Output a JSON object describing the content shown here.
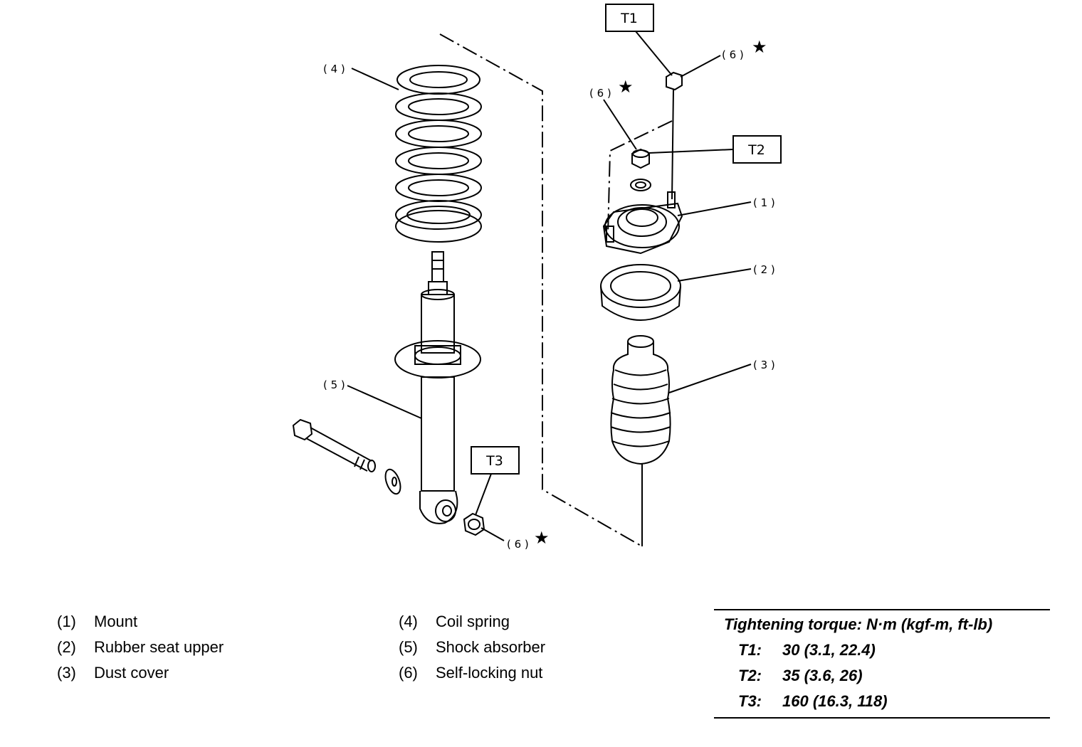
{
  "callouts": {
    "c1": "( 1 )",
    "c2": "( 2 )",
    "c3": "( 3 )",
    "c4": "( 4 )",
    "c5": "( 5 )",
    "c6a": "( 6 )",
    "c6b": "( 6 )",
    "c6c": "( 6 )",
    "star": "★"
  },
  "torque_tags": {
    "t1": "T1",
    "t2": "T2",
    "t3": "T3"
  },
  "legend": [
    {
      "num": "(1)",
      "label": "Mount"
    },
    {
      "num": "(2)",
      "label": "Rubber seat upper"
    },
    {
      "num": "(3)",
      "label": "Dust cover"
    },
    {
      "num": "(4)",
      "label": "Coil spring"
    },
    {
      "num": "(5)",
      "label": "Shock absorber"
    },
    {
      "num": "(6)",
      "label": "Self-locking nut"
    }
  ],
  "torque_table": {
    "title": "Tightening torque: N·m (kgf-m, ft-lb)",
    "rows": [
      {
        "tag": "T1:",
        "value": "30 (3.1, 22.4)"
      },
      {
        "tag": "T2:",
        "value": "35 (3.6, 26)"
      },
      {
        "tag": "T3:",
        "value": "160 (16.3, 118)"
      }
    ]
  }
}
